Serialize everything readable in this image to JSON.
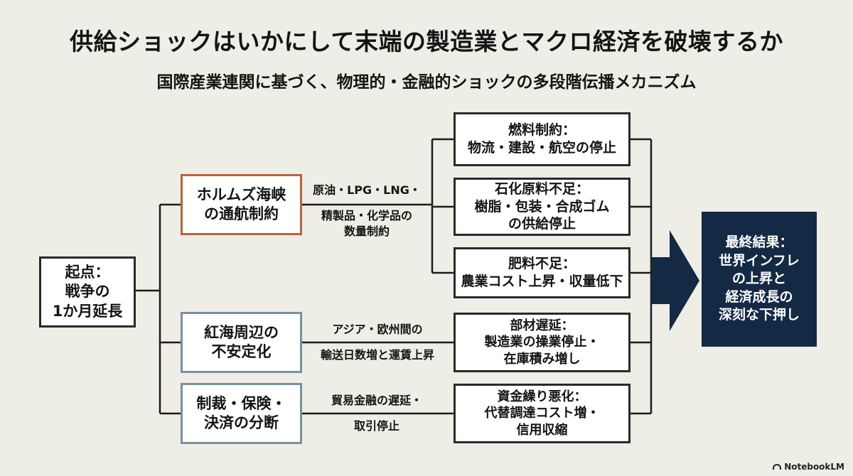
{
  "title": "供給ショックはいかにして末端の製造業とマクロ経済を破壊するか",
  "subtitle": "国際産業連関に基づく、物理的・金融的ショックの多段階伝播メカニズム",
  "start": {
    "lines": [
      "起点：",
      "戦争の",
      "1か月延長"
    ]
  },
  "causes": [
    {
      "lines": [
        "ホルムズ海峡",
        "の通航制約"
      ],
      "edge": [
        "原油・LPG・LNG・",
        "精製品・化学品の",
        "数量制約"
      ]
    },
    {
      "lines": [
        "紅海周辺の",
        "不安定化"
      ],
      "edge": [
        "アジア・欧州間の",
        "輸送日数増と運賃上昇"
      ]
    },
    {
      "lines": [
        "制裁・保険・",
        "決済の分断"
      ],
      "edge": [
        "貿易金融の遅延・",
        "取引停止"
      ]
    }
  ],
  "effects": [
    {
      "lines": [
        "燃料制約：",
        "物流・建設・航空の停止"
      ]
    },
    {
      "lines": [
        "石化原料不足：",
        "樹脂・包装・合成ゴム",
        "の供給停止"
      ]
    },
    {
      "lines": [
        "肥料不足：",
        "農業コスト上昇・収量低下"
      ]
    },
    {
      "lines": [
        "部材遅延：",
        "製造業の操業停止・",
        "在庫積み増し"
      ]
    },
    {
      "lines": [
        "資金繰り悪化：",
        "代替調達コスト増・",
        "信用収縮"
      ]
    }
  ],
  "result": {
    "lines": [
      "最終結果：",
      "世界インフレ",
      "の上昇と",
      "経済成長の",
      "深刻な下押し"
    ]
  },
  "logo": "NotebookLM",
  "colors": {
    "background": "#eeede6",
    "orange_border": "#b5653a",
    "blue_border": "#7890a0",
    "result_fill": "#142a44"
  }
}
